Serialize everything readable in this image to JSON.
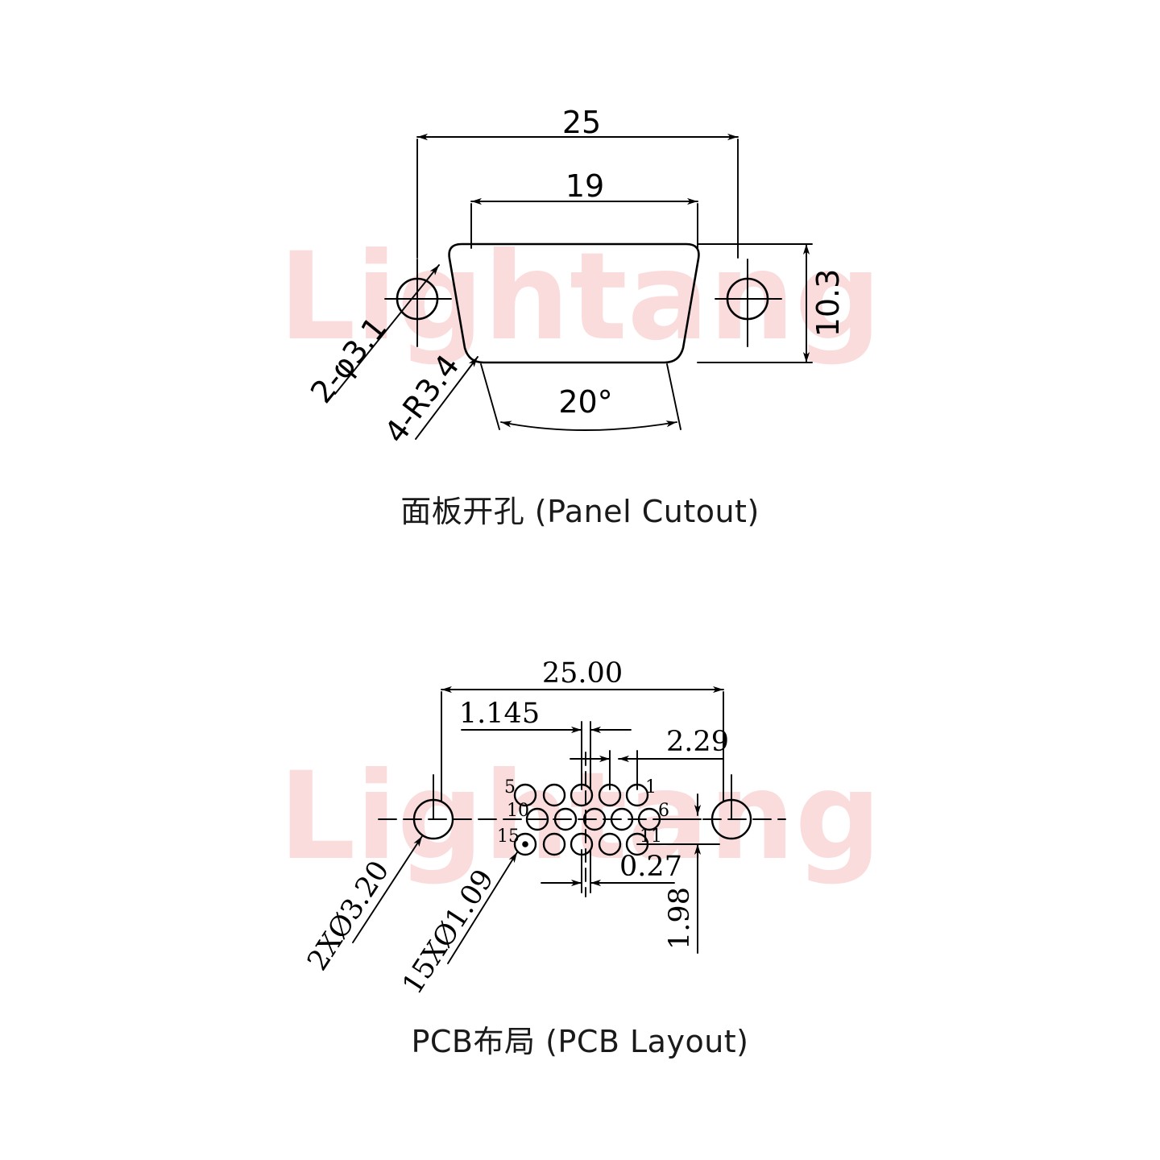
{
  "drawing": {
    "title_panel": "面板开孔 (Panel Cutout)",
    "title_pcb": "PCB布局 (PCB Layout)",
    "watermark": "Lightang",
    "colors": {
      "line": "#000000",
      "watermark": "#fbdcdc",
      "text": "#1a1a1a"
    }
  },
  "panel_cutout": {
    "dimensions": {
      "overall_width": "25",
      "opening_width": "19",
      "height": "10.3",
      "chamfer_angle": "20°"
    },
    "notes": {
      "mounting_holes": "2-φ3.1",
      "corner_radius": "4-R3.4"
    }
  },
  "pcb_layout": {
    "dimensions": {
      "overall_width": "25.00",
      "left_offset": "1.145",
      "right_offset": "2.29",
      "center_offset": "0.27",
      "row_pitch": "1.98"
    },
    "notes": {
      "mounting_holes": "2XØ3.20",
      "signal_holes": "15XØ1.09"
    },
    "pin_labels": {
      "top_left": "5",
      "top_right": "1",
      "mid_left": "10",
      "mid_right": "6",
      "bot_left": "15",
      "bot_right": "11"
    },
    "pin_count": 15,
    "rows": 3,
    "pins_per_row": 5
  }
}
